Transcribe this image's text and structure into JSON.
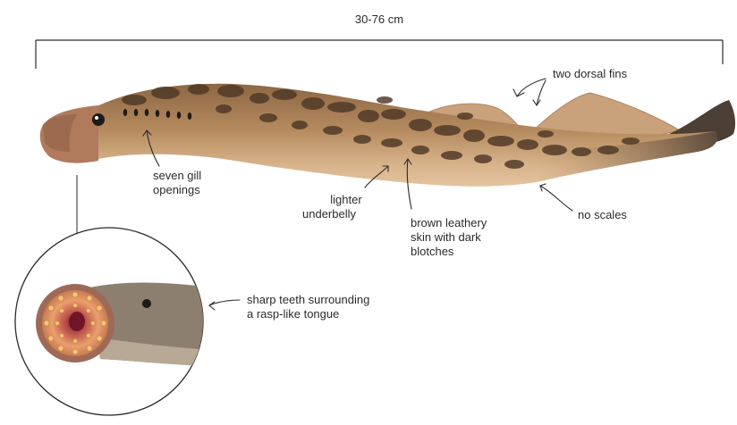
{
  "measure": {
    "length_label": "30-76 cm"
  },
  "labels": {
    "dorsal_fins": "two dorsal fins",
    "gill_line1": "seven gill",
    "gill_line2": "openings",
    "belly_line1": "lighter",
    "belly_line2": "underbelly",
    "skin_line1": "brown leathery",
    "skin_line2": "skin with dark",
    "skin_line3": "blotches",
    "scales": "no scales",
    "teeth_line1": "sharp teeth surrounding",
    "teeth_line2": "a rasp-like tongue"
  },
  "colors": {
    "body": "#b58a5e",
    "belly": "#dcb791",
    "blotch": "#4e3826",
    "fin": "#c9a17a",
    "tail_dark": "#4b3f36",
    "mouth_ring": "#e59a6a",
    "mouth_inner": "#9a2f3a",
    "text": "#2b2b2b"
  }
}
